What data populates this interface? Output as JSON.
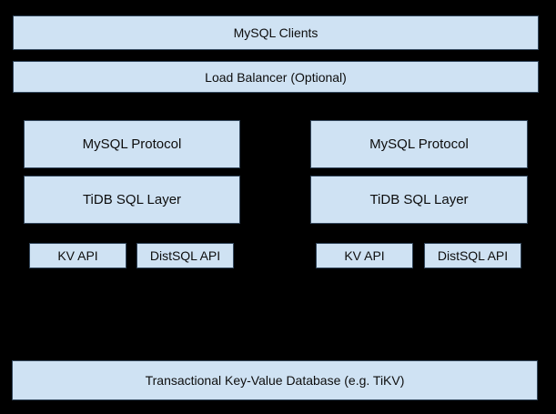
{
  "colors": {
    "background": "#000000",
    "box_fill": "#cfe2f3",
    "box_border": "#33475c",
    "text": "#0d0d0d"
  },
  "top": {
    "clients_label": "MySQL Clients",
    "load_balancer_label": "Load Balancer (Optional)"
  },
  "servers": [
    {
      "protocol_label": "MySQL Protocol",
      "sql_layer_label": "TiDB SQL Layer",
      "kv_api_label": "KV API",
      "distsql_api_label": "DistSQL API"
    },
    {
      "protocol_label": "MySQL Protocol",
      "sql_layer_label": "TiDB SQL Layer",
      "kv_api_label": "KV API",
      "distsql_api_label": "DistSQL API"
    }
  ],
  "storage": {
    "label": "Transactional Key-Value Database (e.g. TiKV)"
  }
}
